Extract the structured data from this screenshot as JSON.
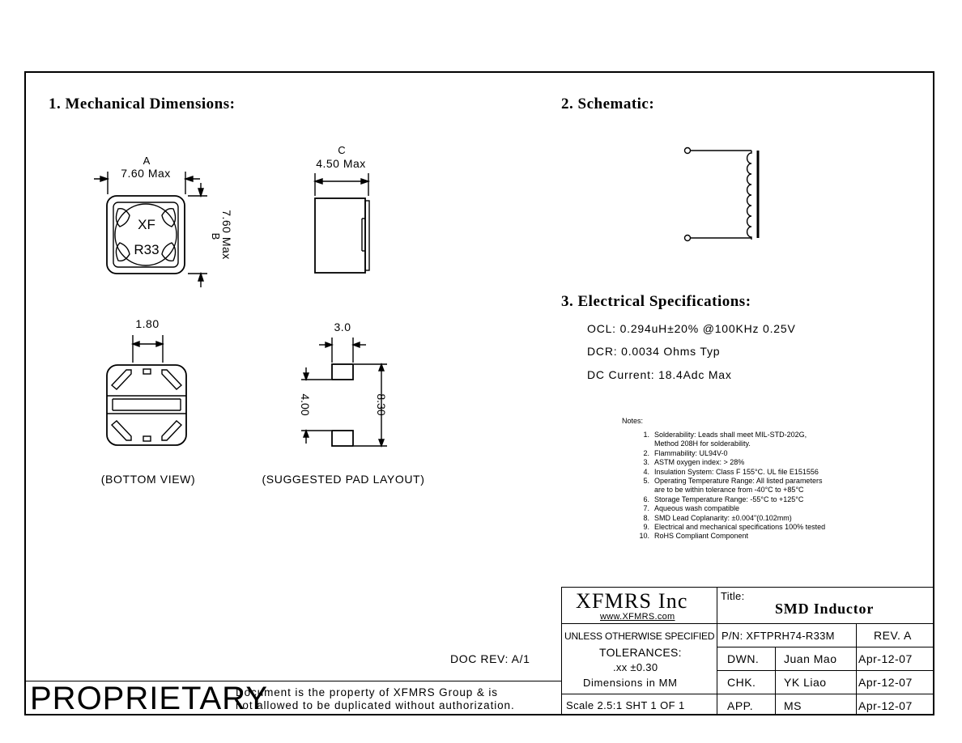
{
  "sections": {
    "mechanical": "1. Mechanical Dimensions:",
    "schematic": "2. Schematic:",
    "electrical": "3. Electrical Specifications:"
  },
  "dims": {
    "a_letter": "A",
    "a_value": "7.60 Max",
    "b_letter": "B",
    "b_value": "7.60 Max",
    "c_letter": "C",
    "c_value": "4.50 Max",
    "marking_line1": "XF",
    "marking_line2": "R33",
    "bottom_width": "1.80",
    "pad_width": "3.0",
    "pad_gap": "4.00",
    "pad_span": "8.30",
    "bottom_view_label": "(BOTTOM VIEW)",
    "pad_layout_label": "(SUGGESTED PAD LAYOUT)"
  },
  "specs": {
    "ocl": "OCL: 0.294uH±20% @100KHz 0.25V",
    "dcr": "DCR: 0.0034 Ohms Typ",
    "dc_current": "DC Current: 18.4Adc Max"
  },
  "notes": {
    "title": "Notes:",
    "items": [
      {
        "num": "1.",
        "lines": [
          "Solderability: Leads shall meet MIL-STD-202G,",
          "Method 208H for solderability."
        ]
      },
      {
        "num": "2.",
        "lines": [
          "Flammability: UL94V-0"
        ]
      },
      {
        "num": "3.",
        "lines": [
          "ASTM oxygen index: > 28%"
        ]
      },
      {
        "num": "4.",
        "lines": [
          "Insulation System: Class F 155°C. UL file E151556"
        ]
      },
      {
        "num": "5.",
        "lines": [
          "Operating Temperature Range: All listed parameters",
          "are to be within tolerance from -40°C to +85°C"
        ]
      },
      {
        "num": "6.",
        "lines": [
          "Storage Temperature Range: -55°C to +125°C"
        ]
      },
      {
        "num": "7.",
        "lines": [
          "Aqueous wash compatible"
        ]
      },
      {
        "num": "8.",
        "lines": [
          "SMD Lead Coplanarity: ±0.004\"(0.102mm)"
        ]
      },
      {
        "num": "9.",
        "lines": [
          "Electrical and mechanical specifications 100% tested"
        ]
      },
      {
        "num": "10.",
        "lines": [
          "RoHS Compliant Component"
        ]
      }
    ]
  },
  "doc_rev": "DOC REV: A/1",
  "proprietary": {
    "word": "PROPRIETARY",
    "line1": "Document is the property of XFMRS Group & is",
    "line2": "not allowed to be duplicated without authorization."
  },
  "title_block": {
    "company": "XFMRS Inc",
    "website": "www.XFMRS.com",
    "title_label": "Title:",
    "title_value": "SMD Inductor",
    "unless": "UNLESS OTHERWISE SPECIFIED",
    "tolerances": "TOLERANCES:",
    "tol_value": ".xx ±0.30",
    "dim_units": "Dimensions in MM",
    "scale": "Scale 2.5:1 SHT 1 OF 1",
    "part_number": "P/N: XFTPRH74-R33M",
    "revision": "REV. A",
    "rows": [
      {
        "role": "DWN.",
        "name": "Juan Mao",
        "date": "Apr-12-07"
      },
      {
        "role": "CHK.",
        "name": "YK Liao",
        "date": "Apr-12-07"
      },
      {
        "role": "APP.",
        "name": "MS",
        "date": "Apr-12-07"
      }
    ]
  }
}
